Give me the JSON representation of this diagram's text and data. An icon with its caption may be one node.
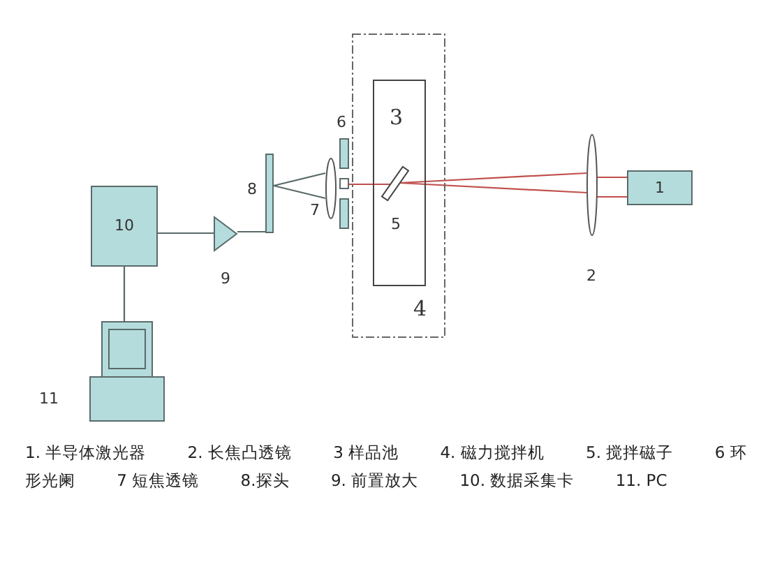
{
  "diagram": {
    "nodes": [
      {
        "text": [
          "10"
        ]
      },
      {
        "text": [],
        "shape": "computer",
        "beside": [
          "11"
        ]
      },
      {
        "text": [],
        "shape": "triangle",
        "beside": [
          "9"
        ]
      },
      {
        "text": [],
        "shape": "bar",
        "beside": [
          "8"
        ]
      },
      {
        "text": [],
        "shape": "lens",
        "beside": [
          "7"
        ]
      },
      {
        "text": [],
        "shape": "aperture",
        "beside": [
          "6"
        ]
      },
      {
        "text": [
          "4"
        ]
      },
      {
        "text": [
          "3"
        ],
        "in": 6
      },
      {
        "text": [],
        "shape": "bar",
        "beside": [
          "5"
        ],
        "in": 7
      },
      {
        "text": [],
        "shape": "lens",
        "beside": [
          "2"
        ]
      },
      {
        "text": [
          "1"
        ]
      }
    ],
    "edges": [
      {
        "from": 0,
        "to": 2,
        "arrow": "none"
      },
      {
        "from": 2,
        "to": 3,
        "arrow": "none"
      },
      {
        "from": 0,
        "to": 1,
        "arrow": "none"
      },
      {
        "from": 10,
        "to": 9,
        "arrow": "none",
        "color": "#c0504d"
      },
      {
        "from": 9,
        "to": 8,
        "arrow": "none",
        "color": "#c0504d"
      },
      {
        "from": 8,
        "to": 5,
        "arrow": "none",
        "color": "#c0504d"
      },
      {
        "from": 4,
        "to": 3,
        "arrow": "none"
      }
    ],
    "labels": [
      "1. 半导体激光器",
      "2. 长焦凸透镜",
      "3 样品池",
      "4. 磁力搅拌机",
      "5. 搅拌磁子",
      "6 环形光阑",
      "7 短焦透镜",
      "8.探头",
      "9. 前置放大",
      "10. 数据采集卡",
      "11. PC"
    ]
  }
}
